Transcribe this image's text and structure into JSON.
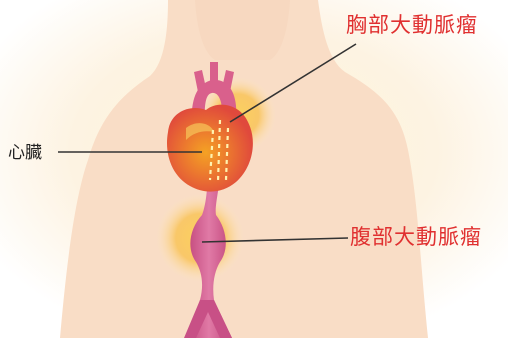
{
  "labels": {
    "heart": "心臓",
    "thoracic_aneurysm": "胸部大動脈瘤",
    "abdominal_aneurysm": "腹部大動脈瘤"
  },
  "colors": {
    "label_red": "#e03030",
    "label_dark": "#222222",
    "skin": "#f8dcc4",
    "aorta": "#d05c8c",
    "heart": "#e8503a",
    "aneurysm_glow": "#f9b84a"
  }
}
